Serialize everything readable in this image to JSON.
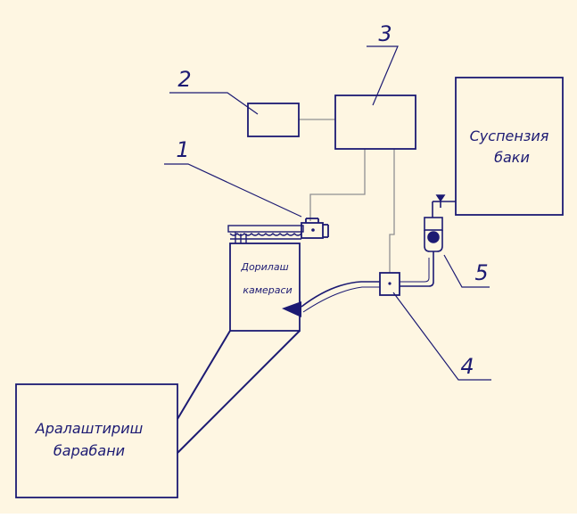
{
  "colors": {
    "paper": "#fef6e2",
    "ink": "#1c1a73",
    "thin_line": "#8f8f92"
  },
  "callouts": {
    "n1": "1",
    "n2": "2",
    "n3": "3",
    "n4": "4",
    "n5": "5"
  },
  "blocks": {
    "suspension_tank_line1": "Суспензия",
    "suspension_tank_line2": "баки",
    "mixing_chamber_line1": "Дорилаш",
    "mixing_chamber_line2": "камераси",
    "mixing_drum_line1": "Аралаштириш",
    "mixing_drum_line2": "барабани"
  }
}
